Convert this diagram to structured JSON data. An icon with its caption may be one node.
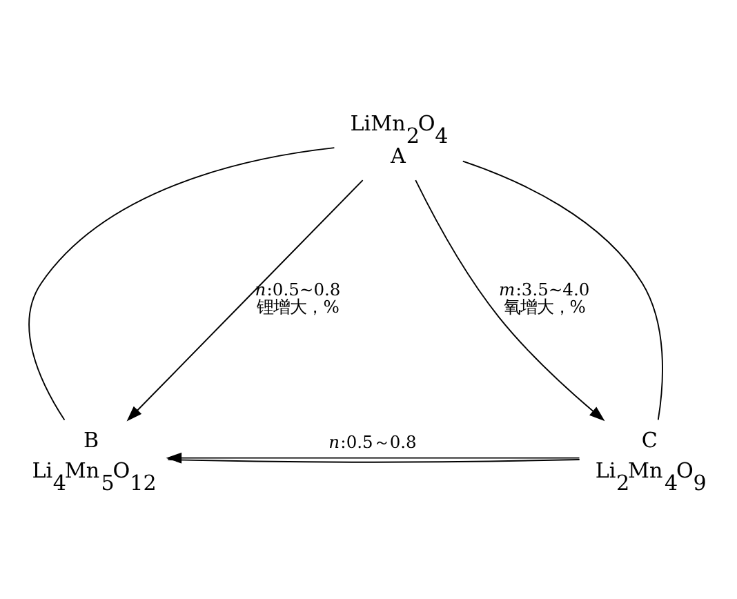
{
  "diagram": {
    "nodes": [
      {
        "text": [
          "A"
        ],
        "beside": [
          "LiMn$_{2}$O$_{4}$"
        ]
      },
      {
        "text": [
          "B"
        ],
        "beside": [
          "Li$_{4}$Mn$_{5}$O$_{12}$"
        ]
      },
      {
        "text": [
          "C"
        ],
        "beside": [
          "Li$_{2}$Mn$_{4}$O$_{9}$"
        ]
      }
    ],
    "edges": [
      {
        "from": 0,
        "to": 1,
        "arrow": "none"
      },
      {
        "from": 1,
        "to": 2,
        "arrow": "none"
      },
      {
        "from": 2,
        "to": 0,
        "arrow": "none"
      },
      {
        "from": 0,
        "to": 1,
        "arrow": "to",
        "label": "*n*:0.5~0.8 锂增大，%"
      },
      {
        "from": 0,
        "to": 2,
        "arrow": "to",
        "label": "*m*:3.5~4.0 氧增大，%"
      },
      {
        "from": 2,
        "to": 1,
        "arrow": "to",
        "label": "*n*:0.5～0.8"
      }
    ]
  }
}
